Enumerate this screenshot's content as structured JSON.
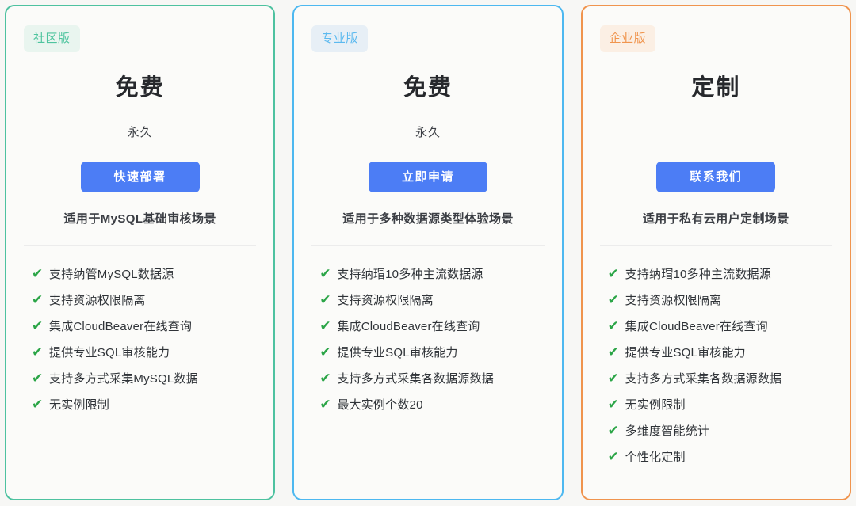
{
  "theme": {
    "page_background": "#f7f7f5",
    "card_background": "#fbfbf9",
    "cta_color": "#4c7df5",
    "check_color": "#2ba547"
  },
  "icons": {
    "check": "✔"
  },
  "plans": [
    {
      "badge": "社区版",
      "badge_bg": "#e9f5ef",
      "badge_fg": "#4ec49e",
      "border_color": "#4ec2a0",
      "price": "免费",
      "period": "永久",
      "cta_label": "快速部署",
      "tagline": "适用于MySQL基础审核场景",
      "features": [
        "支持纳管MySQL数据源",
        "支持资源权限隔离",
        "集成CloudBeaver在线查询",
        "提供专业SQL审核能力",
        "支持多方式采集MySQL数据",
        "无实例限制"
      ]
    },
    {
      "badge": "专业版",
      "badge_bg": "#e7eff6",
      "badge_fg": "#5bb9ef",
      "border_color": "#4db8f0",
      "price": "免费",
      "period": "永久",
      "cta_label": "立即申请",
      "tagline": "适用于多种数据源类型体验场景",
      "features": [
        "支持纳瑁10多种主流数据源",
        "支持资源权限隔离",
        "集成CloudBeaver在线查询",
        "提供专业SQL审核能力",
        "支持多方式采集各数据源数据",
        "最大实例个数20"
      ]
    },
    {
      "badge": "企业版",
      "badge_bg": "#fbefe4",
      "badge_fg": "#f0954e",
      "border_color": "#f0944e",
      "price": "定制",
      "period": "",
      "cta_label": "联系我们",
      "tagline": "适用于私有云用户定制场景",
      "features": [
        "支持纳瑁10多种主流数据源",
        "支持资源权限隔离",
        "集成CloudBeaver在线查询",
        "提供专业SQL审核能力",
        "支持多方式采集各数据源数据",
        "无实例限制",
        "多维度智能统计",
        "个性化定制"
      ]
    }
  ]
}
